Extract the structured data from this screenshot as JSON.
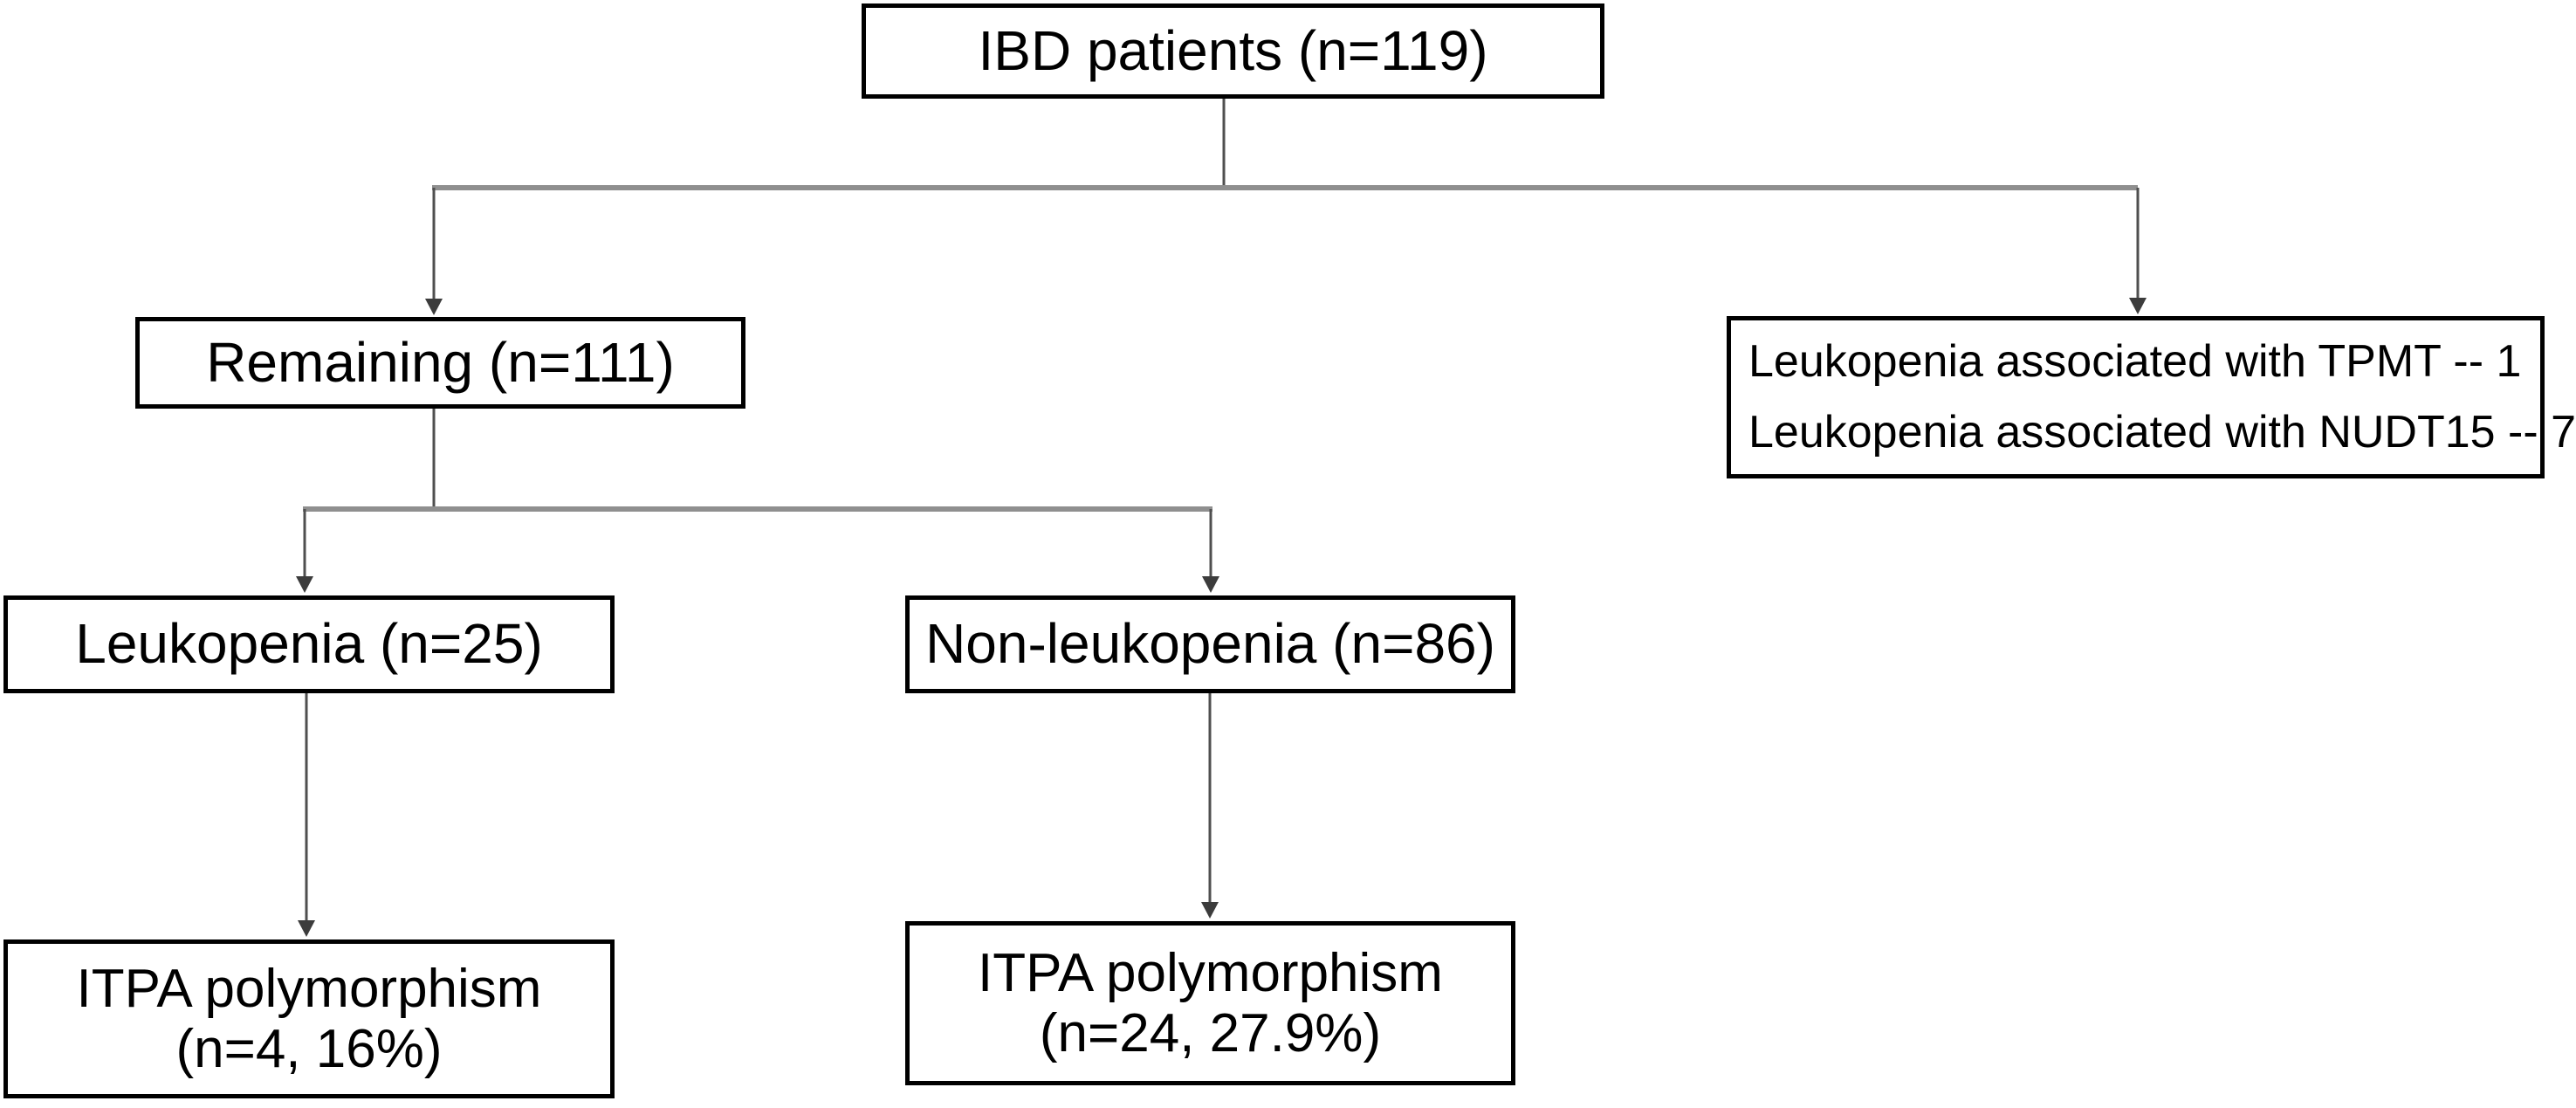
{
  "diagram": {
    "type": "flowchart",
    "nodes": {
      "ibd_patients": {
        "label": "IBD patients (n=119)"
      },
      "remaining": {
        "label": "Remaining (n=111)"
      },
      "exclusions": {
        "line1": "Leukopenia associated with TPMT -- 1",
        "line2": "Leukopenia associated with NUDT15 -- 7"
      },
      "leukopenia": {
        "label": "Leukopenia (n=25)"
      },
      "non_leukopenia": {
        "label": "Non-leukopenia (n=86)"
      },
      "itpa_leukopenia": {
        "line1": "ITPA polymorphism",
        "line2": "(n=4, 16%)"
      },
      "itpa_non_leukopenia": {
        "line1": "ITPA polymorphism",
        "line2": "(n=24, 27.9%)"
      }
    },
    "edges": [
      {
        "from": "ibd_patients",
        "to": "remaining"
      },
      {
        "from": "ibd_patients",
        "to": "exclusions"
      },
      {
        "from": "remaining",
        "to": "leukopenia"
      },
      {
        "from": "remaining",
        "to": "non_leukopenia"
      },
      {
        "from": "leukopenia",
        "to": "itpa_leukopenia"
      },
      {
        "from": "non_leukopenia",
        "to": "itpa_non_leukopenia"
      }
    ],
    "colors": {
      "background": "#ffffff",
      "box_border": "#000000",
      "text": "#000000",
      "connector_horizontal": "#8f8f8f",
      "connector_vertical": "#4f4f4f",
      "arrowhead": "#3c3c3c"
    }
  }
}
